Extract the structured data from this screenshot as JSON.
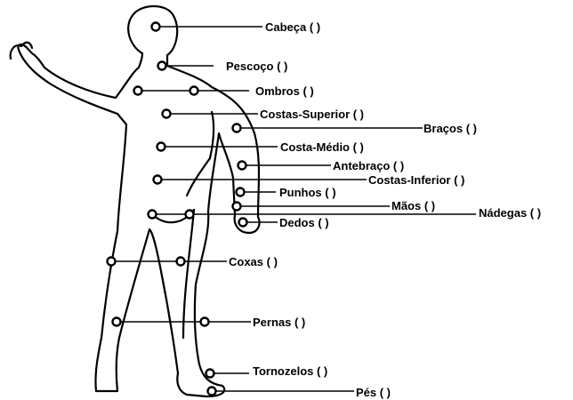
{
  "labels": {
    "cabeca": "Cabeça ( )",
    "pescoco": "Pescoço ( )",
    "ombros": "Ombros ( )",
    "costas_superior": "Costas-Superior ( )",
    "bracos": "Braços ( )",
    "costa_medio": "Costa-Médio ( )",
    "antebraco": "Antebraço ( )",
    "costas_inferior": "Costas-Inferior ( )",
    "punhos": "Punhos ( )",
    "maos": "Mãos ( )",
    "nadegas": "Nádegas ( )",
    "dedos": "Dedos ( )",
    "coxas": "Coxas ( )",
    "pernas": "Pernas ( )",
    "tornozelos": "Tornozelos ( )",
    "pes": "Pés ( )"
  },
  "colors": {
    "ink": "#000000",
    "background": "#ffffff"
  }
}
